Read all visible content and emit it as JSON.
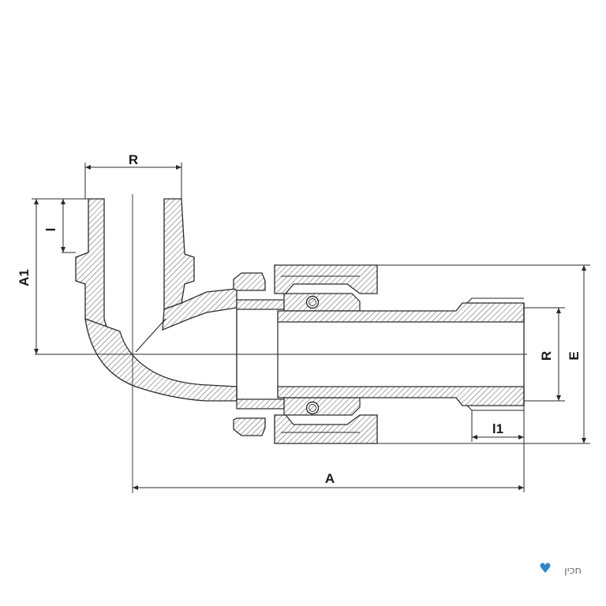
{
  "drawing": {
    "dimensions": {
      "top_r": "R",
      "l": "l",
      "a1": "A1",
      "right_r": "R",
      "e": "E",
      "l1": "l1",
      "a": "A"
    }
  },
  "logo": {
    "text": "חכין",
    "subtext": "",
    "color": "#2e86c9"
  },
  "colors": {
    "line": "#2a2a2a",
    "hatch": "#555555",
    "background": "#ffffff"
  }
}
